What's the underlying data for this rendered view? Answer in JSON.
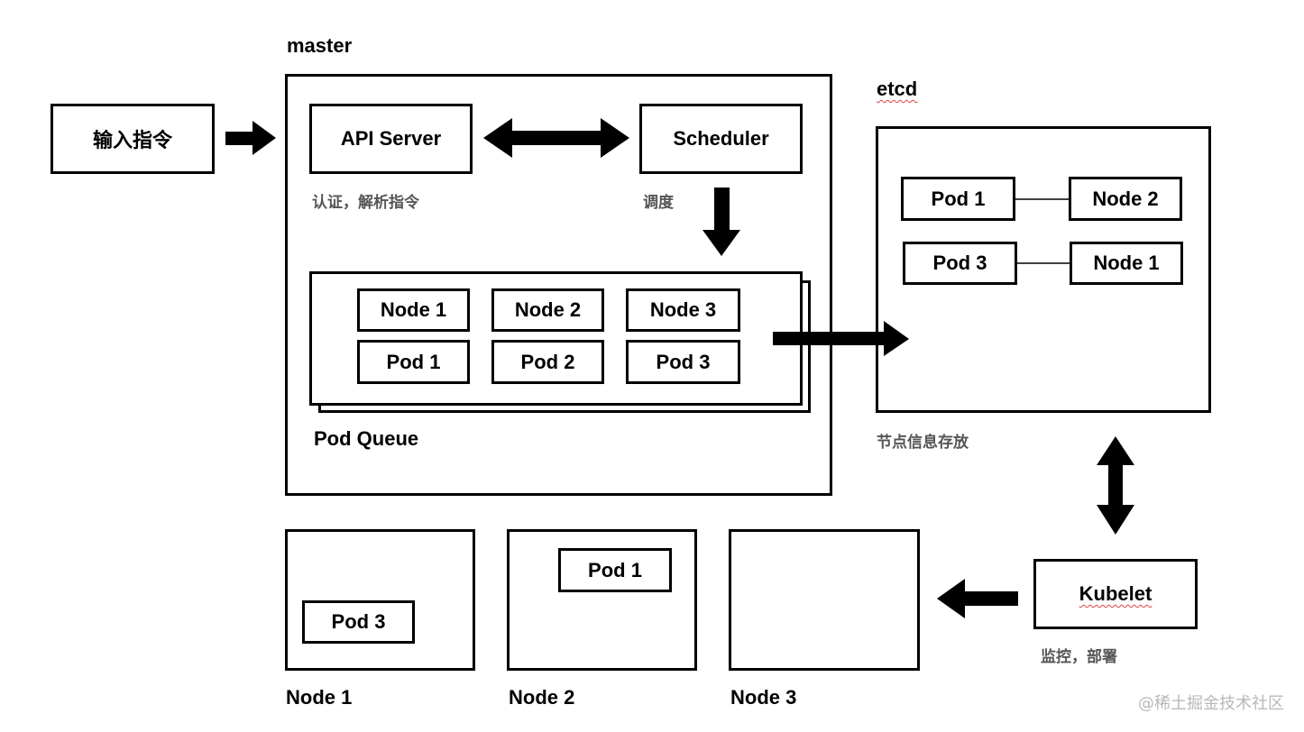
{
  "input": {
    "label": "输入指令"
  },
  "master": {
    "title": "master",
    "api_server": {
      "label": "API Server",
      "note": "认证，解析指令"
    },
    "scheduler": {
      "label": "Scheduler",
      "note": "调度"
    },
    "pod_queue": {
      "title": "Pod Queue",
      "nodes": [
        "Node 1",
        "Node 2",
        "Node 3"
      ],
      "pods": [
        "Pod 1",
        "Pod 2",
        "Pod 3"
      ]
    }
  },
  "etcd": {
    "title": "etcd",
    "note": "节点信息存放",
    "mappings": [
      {
        "pod": "Pod 1",
        "node": "Node 2"
      },
      {
        "pod": "Pod 3",
        "node": "Node 1"
      }
    ]
  },
  "kubelet": {
    "label": "Kubelet",
    "note": "监控，部署"
  },
  "worker_nodes": [
    {
      "label": "Node 1",
      "pod": "Pod 3"
    },
    {
      "label": "Node 2",
      "pod": "Pod 1"
    },
    {
      "label": "Node 3",
      "pod": ""
    }
  ],
  "watermark": "@稀土掘金技术社区"
}
